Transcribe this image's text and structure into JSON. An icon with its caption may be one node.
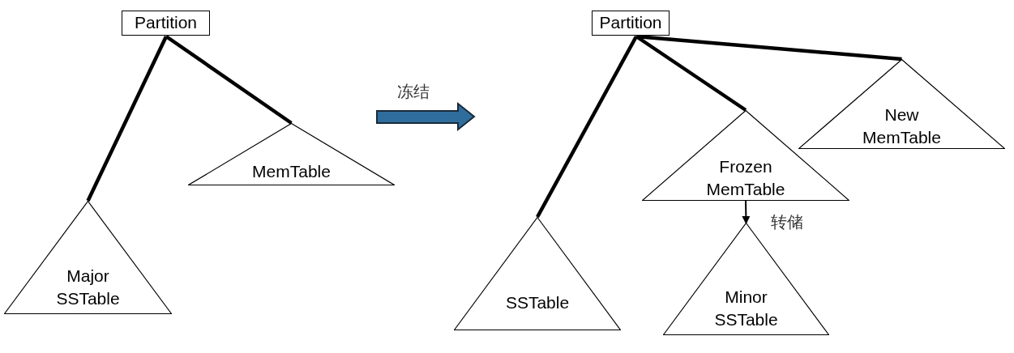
{
  "diagram": {
    "nodes": [
      {
        "text": [
          "Partition"
        ]
      },
      {
        "text": [
          "MemTable"
        ]
      },
      {
        "text": [
          "Major SSTable"
        ]
      },
      {
        "text": [
          "Partition"
        ]
      },
      {
        "text": [
          "New MemTable"
        ]
      },
      {
        "text": [
          "Frozen MemTable"
        ]
      },
      {
        "text": [
          "SSTable"
        ]
      },
      {
        "text": [
          "Minor SSTable"
        ]
      }
    ],
    "edges": [
      {
        "from": 0,
        "to": 1,
        "arrow": "none"
      },
      {
        "from": 0,
        "to": 2,
        "arrow": "none"
      },
      {
        "from": 3,
        "to": 4,
        "arrow": "none"
      },
      {
        "from": 3,
        "to": 5,
        "arrow": "none"
      },
      {
        "from": 3,
        "to": 6,
        "arrow": "none"
      },
      {
        "from": 5,
        "to": 7,
        "arrow": "to",
        "label": "转储"
      }
    ],
    "labels": [
      "冻结"
    ]
  }
}
